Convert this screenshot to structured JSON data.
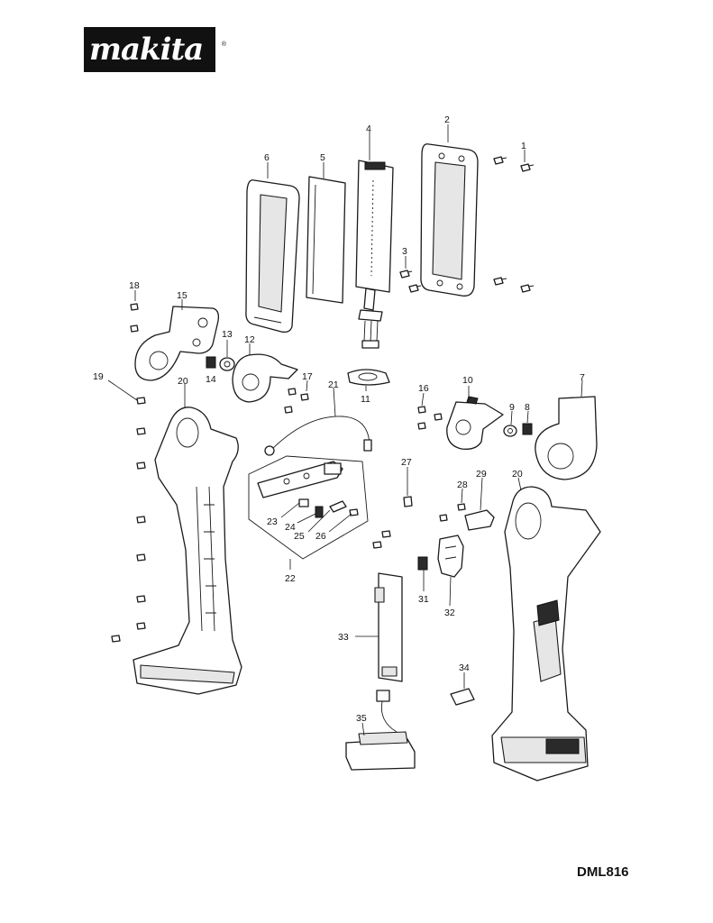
{
  "brand": {
    "logo_text": "makita",
    "logo_mark": "®"
  },
  "model": "DML816",
  "part_labels": [
    "1",
    "2",
    "3",
    "4",
    "5",
    "6",
    "7",
    "8",
    "9",
    "10",
    "11",
    "12",
    "13",
    "14",
    "15",
    "16",
    "17",
    "18",
    "19",
    "20",
    "20",
    "21",
    "22",
    "23",
    "24",
    "25",
    "26",
    "27",
    "28",
    "29",
    "31",
    "32",
    "33",
    "34",
    "35"
  ]
}
